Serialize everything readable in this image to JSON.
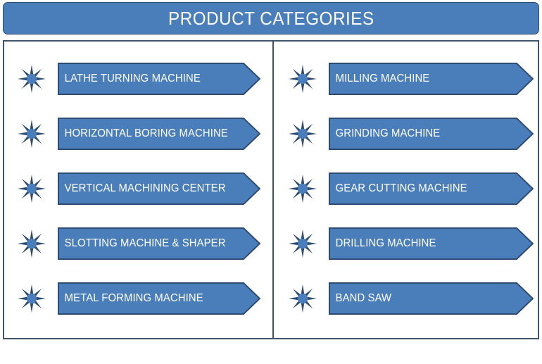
{
  "header": {
    "title": "PRODUCT CATEGORIES"
  },
  "colors": {
    "header_fill": "#4a7ebb",
    "header_border": "#2e4b73",
    "arrow_fill": "#4a7ebb",
    "arrow_border": "#2e4b73",
    "panel_border": "#3e5469",
    "divider": "#3e5469",
    "star_points": "#2e4b73",
    "star_center": "#4a7ebb",
    "label_text": "#ffffff",
    "background": "#ffffff"
  },
  "panel": {
    "columns": [
      {
        "name": "left-column",
        "rows": [
          {
            "icon": "starburst-icon",
            "label": "LATHE TURNING MACHINE"
          },
          {
            "icon": "starburst-icon",
            "label": "HORIZONTAL BORING MACHINE"
          },
          {
            "icon": "starburst-icon",
            "label": "VERTICAL MACHINING CENTER"
          },
          {
            "icon": "starburst-icon",
            "label": "SLOTTING MACHINE & SHAPER"
          },
          {
            "icon": "starburst-icon",
            "label": "METAL FORMING MACHINE"
          }
        ]
      },
      {
        "name": "right-column",
        "rows": [
          {
            "icon": "starburst-icon",
            "label": "MILLING MACHINE"
          },
          {
            "icon": "starburst-icon",
            "label": "GRINDING MACHINE"
          },
          {
            "icon": "starburst-icon",
            "label": "GEAR CUTTING MACHINE"
          },
          {
            "icon": "starburst-icon",
            "label": "DRILLING MACHINE"
          },
          {
            "icon": "starburst-icon",
            "label": "BAND SAW"
          }
        ]
      }
    ]
  }
}
